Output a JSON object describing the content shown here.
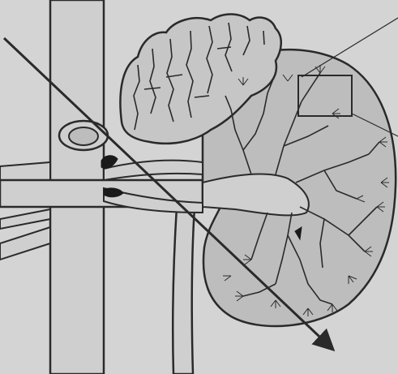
{
  "figure": {
    "parts": [
      "aorta",
      "vena-cava",
      "adrenal-gland",
      "kidney",
      "renal-pelvis",
      "ureter",
      "renal-artery",
      "renal-vein",
      "zoom-box",
      "arrow"
    ]
  },
  "colors": {
    "background": "#d4d4d4",
    "vessel_fill": "#cfcfcf",
    "kidney_fill": "#bdbdbd",
    "adrenal_fill": "#c6c6c6",
    "line": "#2a2a2a",
    "dark_accent": "#1a1a1a"
  }
}
